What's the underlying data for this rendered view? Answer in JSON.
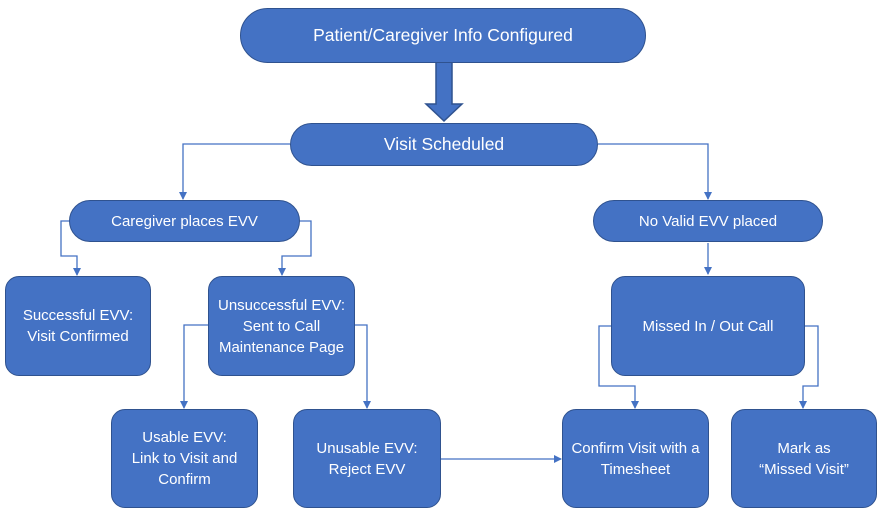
{
  "diagram": {
    "accent_color": "#4472c4",
    "border_color": "#2f528f",
    "connector_color": "#4472c4",
    "nodes": {
      "patient_info": [
        "Patient/Caregiver Info Configured"
      ],
      "visit_scheduled": [
        "Visit Scheduled"
      ],
      "caregiver_places_evv": [
        "Caregiver places EVV"
      ],
      "no_valid_evv": [
        "No Valid EVV placed"
      ],
      "successful_evv": [
        "Successful EVV:",
        "Visit Confirmed"
      ],
      "unsuccessful_evv": [
        "Unsuccessful EVV:",
        "Sent to Call",
        "Maintenance Page"
      ],
      "missed_call": [
        "Missed In / Out Call"
      ],
      "usable_evv": [
        "Usable EVV:",
        "Link to Visit and",
        "Confirm"
      ],
      "unusable_evv": [
        "Unusable EVV:",
        "Reject EVV"
      ],
      "confirm_timesheet": [
        "Confirm Visit with a",
        "Timesheet"
      ],
      "mark_missed": [
        "Mark as",
        "“Missed Visit”"
      ]
    }
  }
}
